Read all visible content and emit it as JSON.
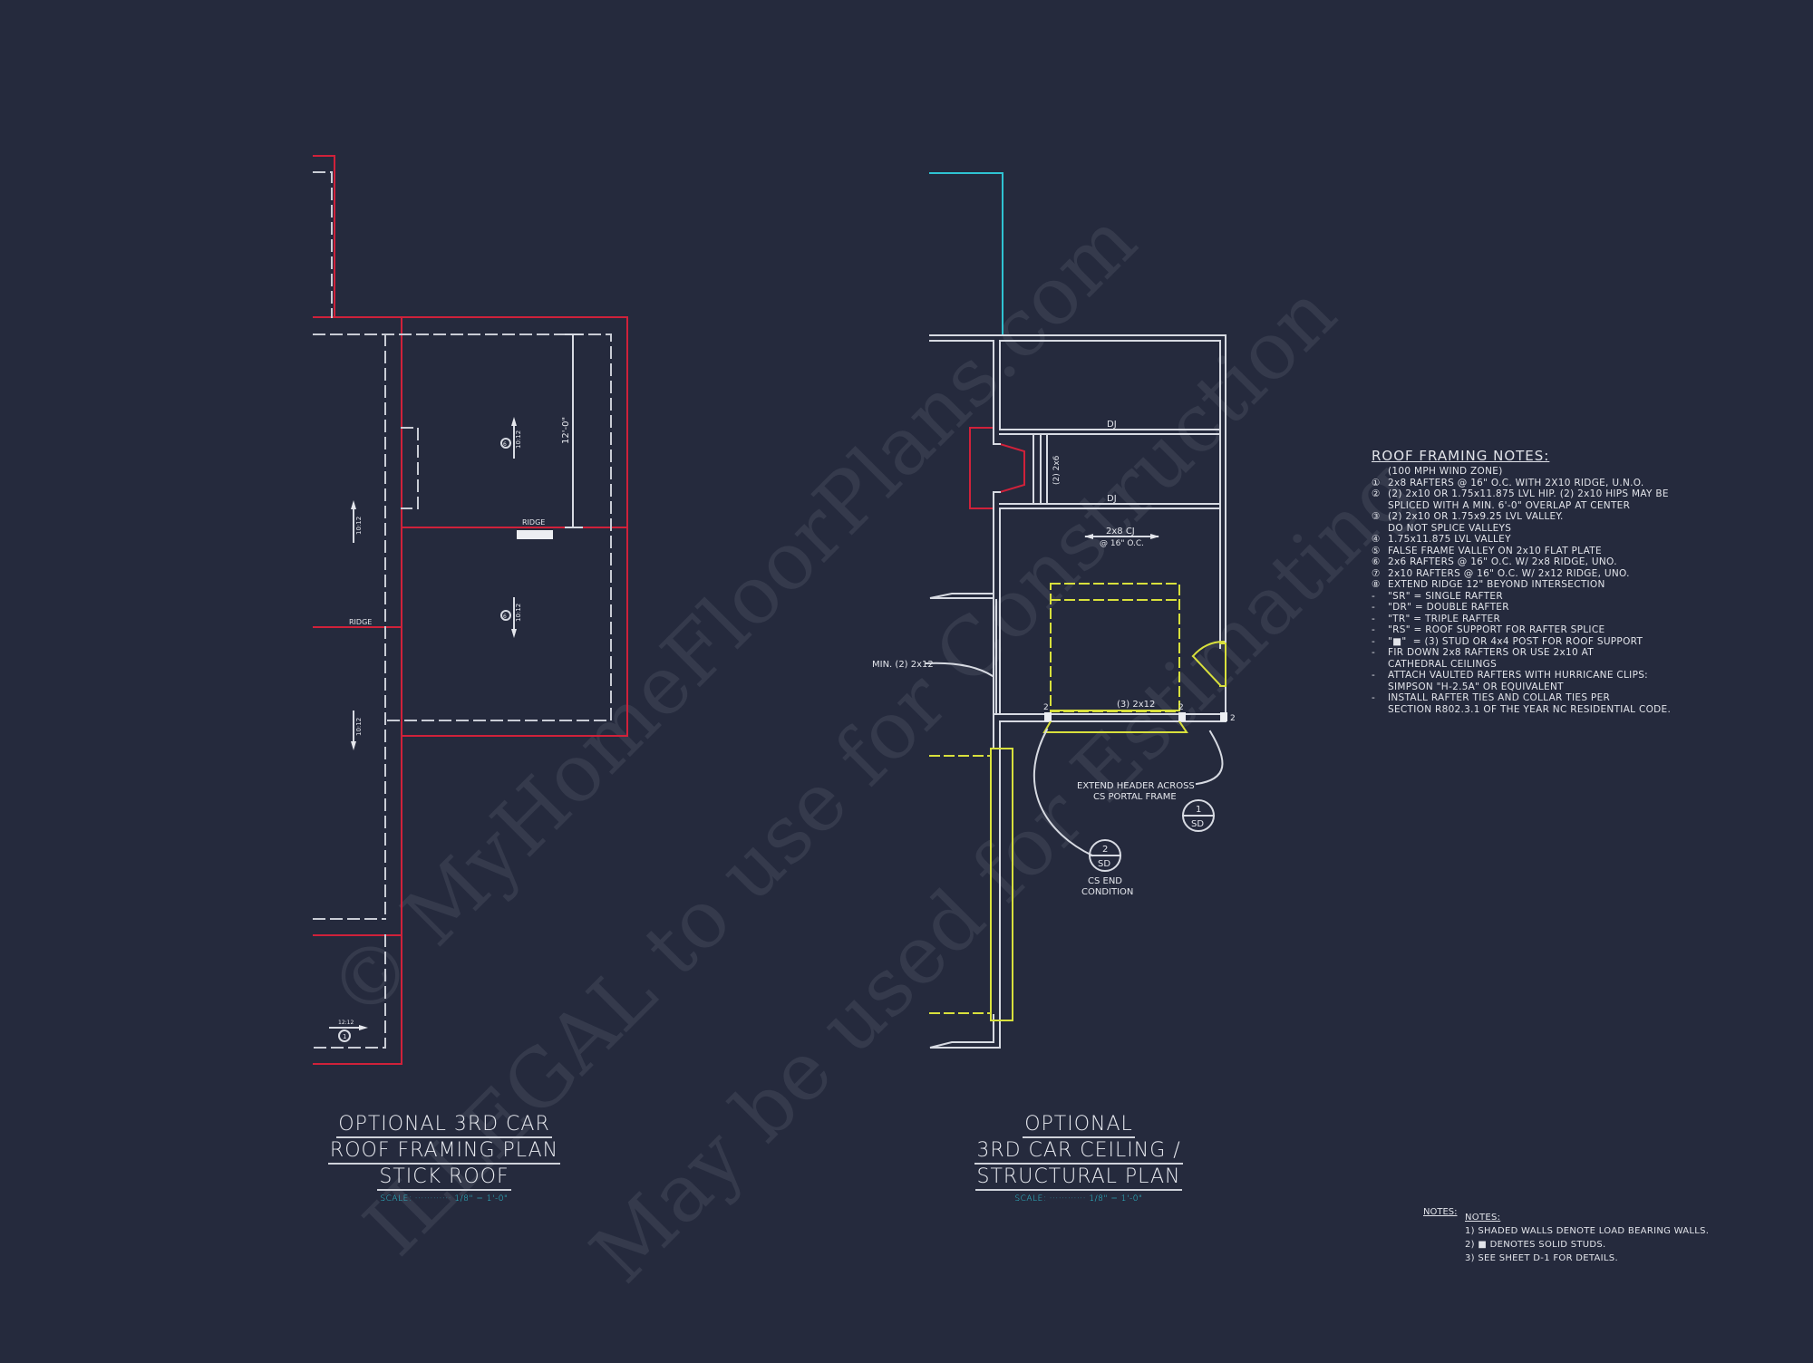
{
  "sheet": {
    "background": "#252a3d",
    "colors": {
      "wall_line": "#d7dae2",
      "roof_outline": "#d0213a",
      "header_beam": "#d8e03c",
      "existing_ref": "#2fc3d2",
      "scale_text": "#2fd0e0"
    },
    "watermark": {
      "line1": "© MyHomeFloorPlans.com",
      "line2": "ILLEGAL to use for Construction",
      "line3": "May be used for Estimating"
    }
  },
  "roof_plan": {
    "title": [
      "OPTIONAL 3RD CAR",
      "ROOF FRAMING PLAN",
      "STICK ROOF"
    ],
    "scale": "SCALE: ············ 1/8\" = 1'-0\"",
    "labels": {
      "ridge_upper": "RIDGE",
      "ridge_left": "RIDGE",
      "dimension": "12'-0\"",
      "pitch_1": "10:12",
      "pitch_2": "10:12",
      "pitch_3": "10:12",
      "pitch_4": "10:12",
      "pitch_5": "12:12",
      "note_tag_upper": "6",
      "note_tag_lower": "6",
      "note_tag_corner": "1"
    }
  },
  "ceiling_plan": {
    "title": [
      "OPTIONAL",
      "3RD CAR CEILING /",
      "STRUCTURAL PLAN"
    ],
    "scale": "SCALE: ············ 1/8\" = 1'-0\"",
    "labels": {
      "dj_top": "DJ",
      "dj_bottom": "DJ",
      "beam_2x6": "(2) 2x6",
      "cj_line1": "2x8 CJ",
      "cj_line2": "@ 16\" O.C.",
      "min_header": "MIN. (2) 2x12",
      "header_3x": "(3) 2x12",
      "post_left": "2",
      "post_mid": "2",
      "post_right": "2",
      "extend_line1": "EXTEND HEADER ACROSS",
      "extend_line2": "CS PORTAL FRAME",
      "detail1_num": "1",
      "detail1_sheet": "SD",
      "detail2_num": "2",
      "detail2_sheet": "SD",
      "cs_end_line1": "CS END",
      "cs_end_line2": "CONDITION"
    }
  },
  "roof_framing_notes": {
    "title": "ROOF FRAMING NOTES:",
    "items": [
      {
        "mark": "",
        "text": "(100 MPH WIND ZONE)"
      },
      {
        "mark": "①",
        "text": "2x8 RAFTERS @ 16\" O.C. WITH 2X10 RIDGE, U.N.O."
      },
      {
        "mark": "②",
        "text": "(2) 2x10 OR 1.75x11.875 LVL HIP. (2) 2x10 HIPS MAY BE"
      },
      {
        "mark": "",
        "text": "SPLICED WITH A MIN. 6'-0\" OVERLAP AT CENTER"
      },
      {
        "mark": "③",
        "text": "(2) 2x10 OR 1.75x9.25 LVL VALLEY."
      },
      {
        "mark": "",
        "text": "DO NOT SPLICE VALLEYS"
      },
      {
        "mark": "④",
        "text": "1.75x11.875 LVL VALLEY"
      },
      {
        "mark": "⑤",
        "text": "FALSE FRAME VALLEY ON 2x10 FLAT PLATE"
      },
      {
        "mark": "⑥",
        "text": "2x6 RAFTERS @ 16\" O.C. W/ 2x8 RIDGE, UNO."
      },
      {
        "mark": "⑦",
        "text": "2x10 RAFTERS @ 16\" O.C. W/ 2x12 RIDGE, UNO."
      },
      {
        "mark": "⑧",
        "text": "EXTEND RIDGE 12\" BEYOND INTERSECTION"
      },
      {
        "mark": "-",
        "text": "\"SR\" = SINGLE RAFTER"
      },
      {
        "mark": "-",
        "text": "\"DR\" = DOUBLE RAFTER"
      },
      {
        "mark": "-",
        "text": "\"TR\" = TRIPLE RAFTER"
      },
      {
        "mark": "-",
        "text": "\"RS\" = ROOF SUPPORT FOR RAFTER SPLICE"
      },
      {
        "mark": "-",
        "text": "\"■\"  = (3) STUD OR 4x4 POST FOR ROOF SUPPORT"
      },
      {
        "mark": "-",
        "text": "FIR DOWN 2x8 RAFTERS OR USE 2x10 AT"
      },
      {
        "mark": "",
        "text": "CATHEDRAL CEILINGS"
      },
      {
        "mark": "-",
        "text": "ATTACH VAULTED RAFTERS WITH HURRICANE CLIPS:"
      },
      {
        "mark": "",
        "text": "SIMPSON \"H-2.5A\" OR EQUIVALENT"
      },
      {
        "mark": "-",
        "text": "INSTALL RAFTER TIES AND COLLAR TIES PER"
      },
      {
        "mark": "",
        "text": "SECTION R802.3.1 OF THE YEAR NC RESIDENTIAL CODE."
      }
    ]
  },
  "general_notes": {
    "label_outer": "NOTES:",
    "label_inner": "NOTES:",
    "items": [
      "1) SHADED WALLS DENOTE LOAD BEARING WALLS.",
      "2) ■ DENOTES SOLID STUDS.",
      "3) SEE SHEET D-1 FOR DETAILS."
    ]
  }
}
